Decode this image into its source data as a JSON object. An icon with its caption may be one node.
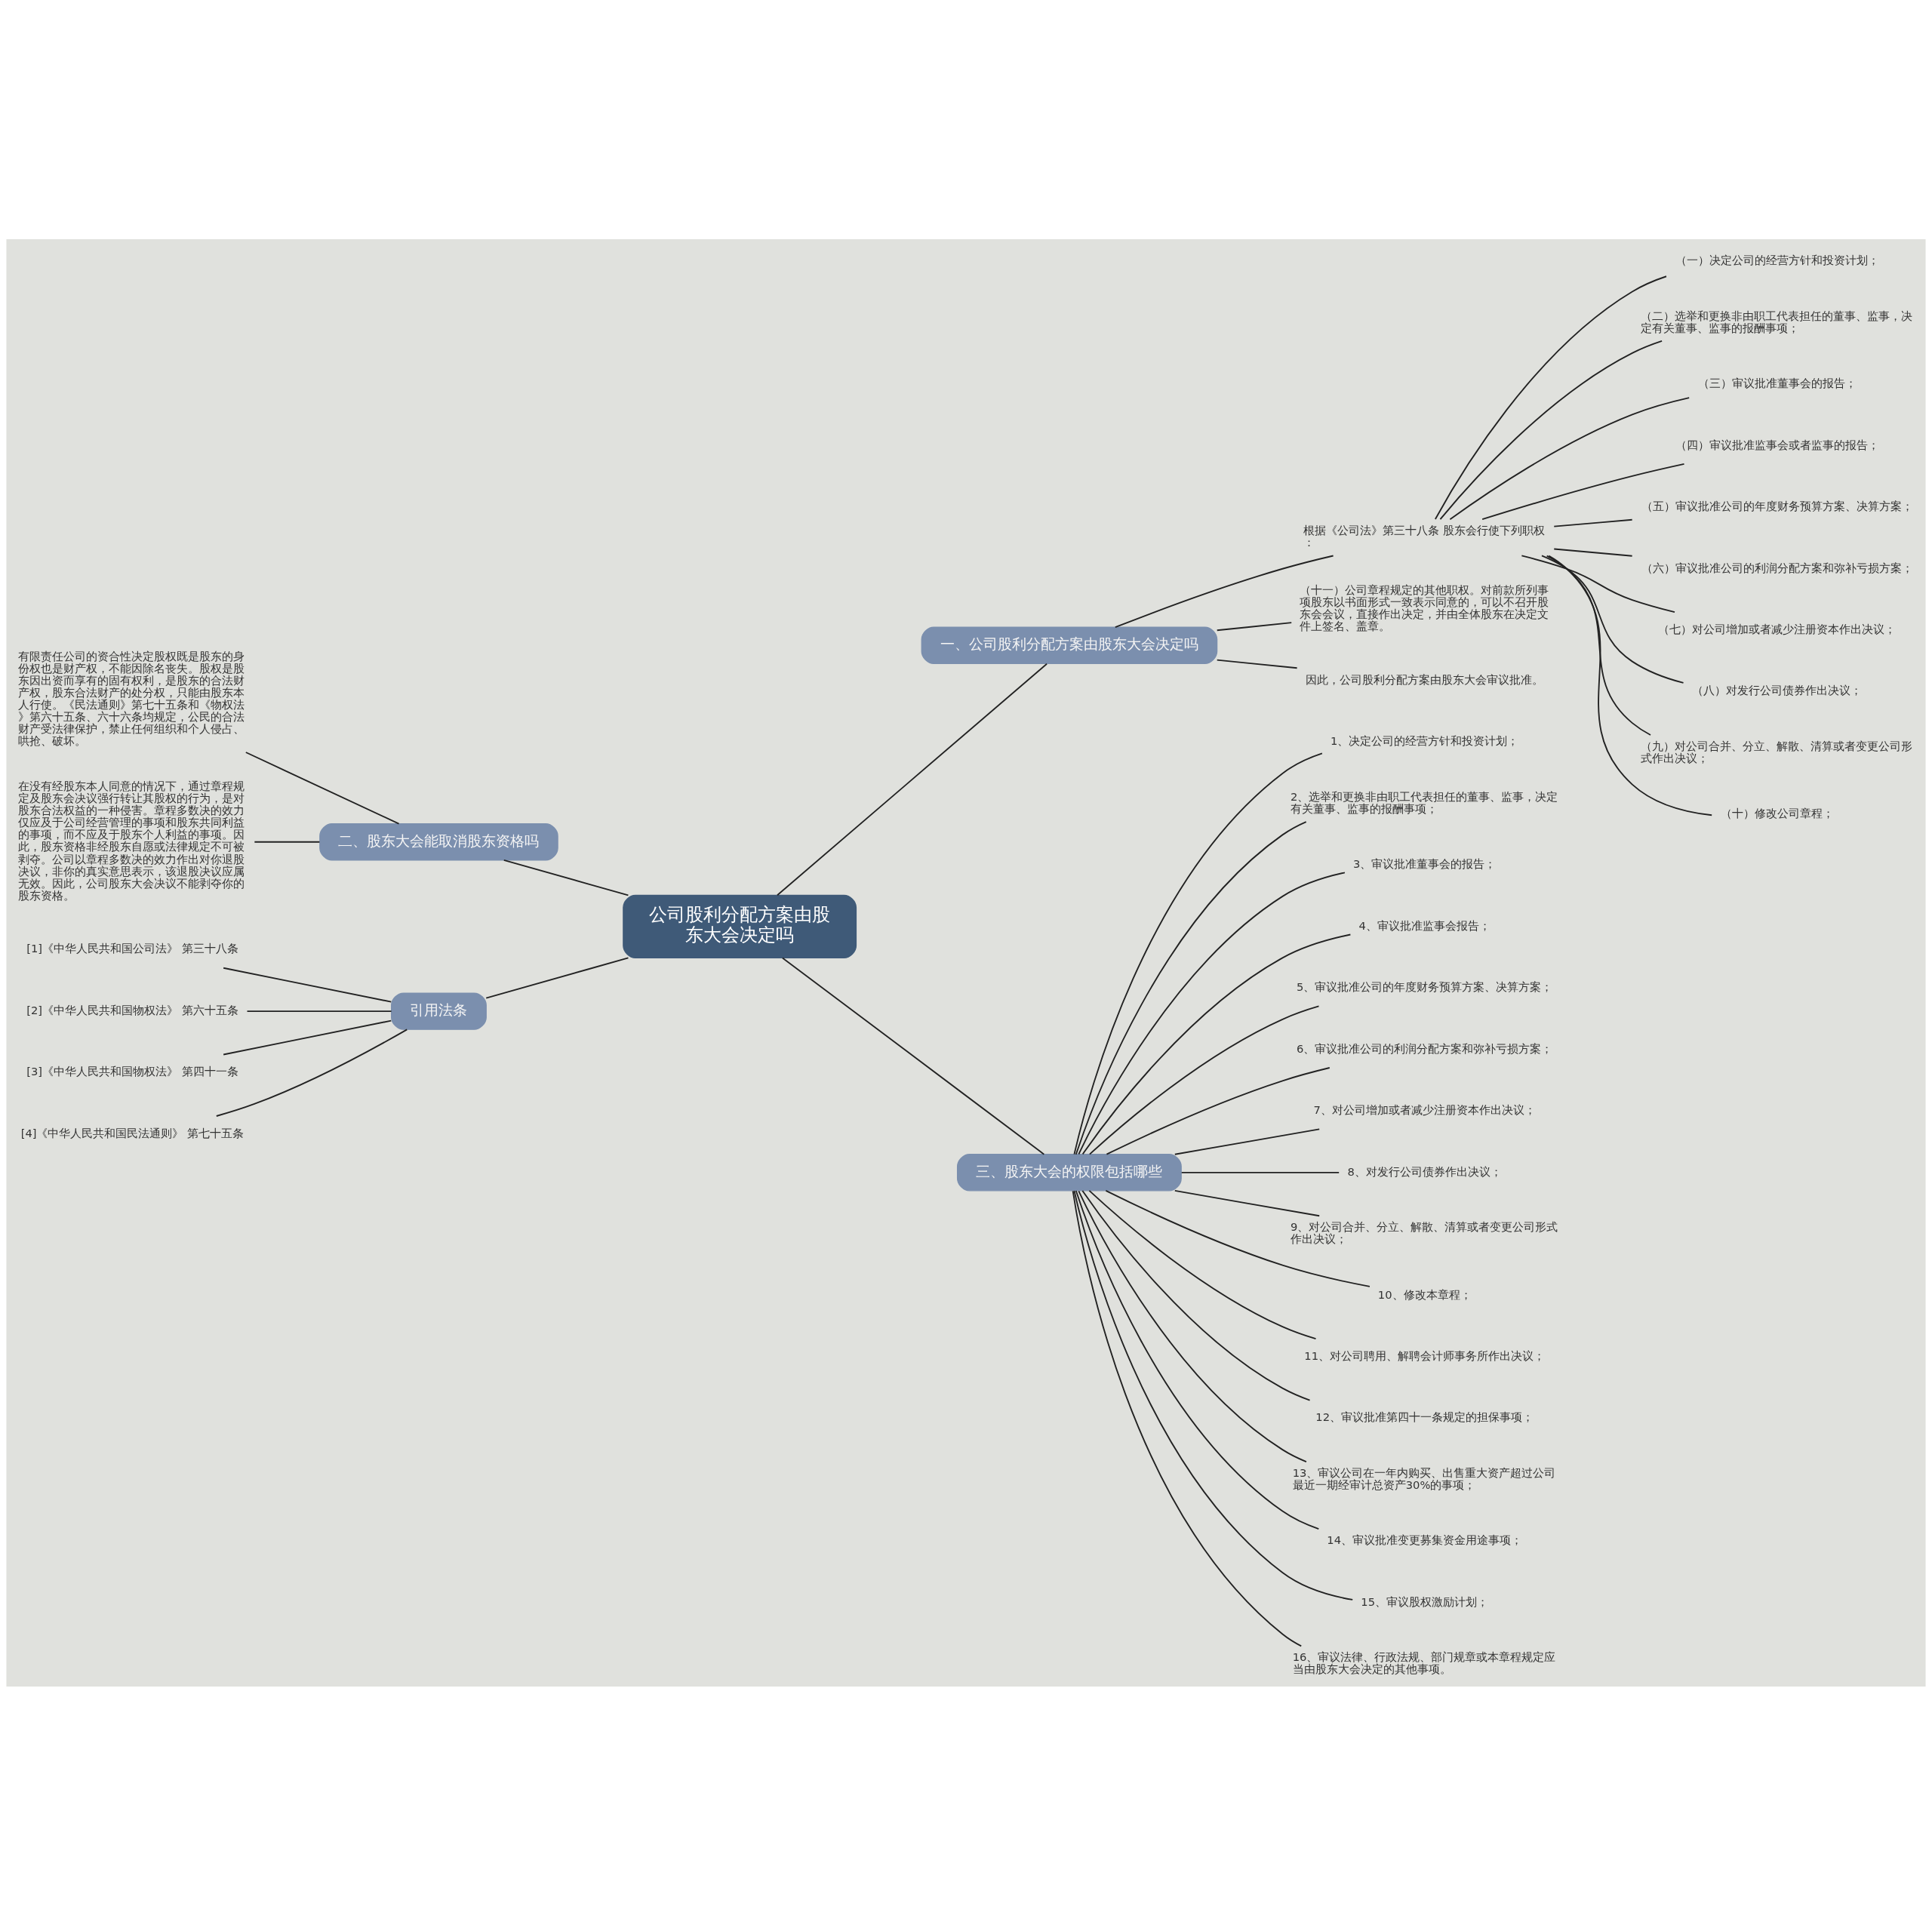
{
  "diagram": {
    "nodes": [
      {
        "text": [
          "公司股利分配方案由股东大会决定吗"
        ]
      },
      {
        "text": [
          "一、公司股利分配方案由股东大会决定吗"
        ]
      },
      {
        "text": [
          "根据《公司法》第三十八条 股东会行使下列职权："
        ]
      },
      {
        "text": [
          "（一）决定公司的经营方针和投资计划；"
        ]
      },
      {
        "text": [
          "（二）选举和更换非由职工代表担任的董事、监事，决定有关董事、监事的报酬事项；"
        ]
      },
      {
        "text": [
          "（三）审议批准董事会的报告；"
        ]
      },
      {
        "text": [
          "（四）审议批准监事会或者监事的报告；"
        ]
      },
      {
        "text": [
          "（五）审议批准公司的年度财务预算方案、决算方案；"
        ]
      },
      {
        "text": [
          "（六）审议批准公司的利润分配方案和弥补亏损方案；"
        ]
      },
      {
        "text": [
          "（七）对公司增加或者减少注册资本作出决议；"
        ]
      },
      {
        "text": [
          "（八）对发行公司债券作出决议；"
        ]
      },
      {
        "text": [
          "（九）对公司合并、分立、解散、清算或者变更公司形式作出决议；"
        ]
      },
      {
        "text": [
          "（十）修改公司章程；"
        ]
      },
      {
        "text": [
          "（十一）公司章程规定的其他职权。对前款所列事项股东以书面形式一致表示同意的，可以不召开股东会会议，直接作出决定，并由全体股东在决定文件上签名、盖章。"
        ]
      },
      {
        "text": [
          "因此，公司股利分配方案由股东大会审议批准。"
        ]
      },
      {
        "text": [
          "二、股东大会能取消股东资格吗"
        ]
      },
      {
        "text": [
          "有限责任公司的资合性决定股权既是股东的身份权也是财产权，不能因除名丧失。股权是股东因出资而享有的固有权利，是股东的合法财产权，股东合法财产的处分权，只能由股东本人行使。《民法通则》第七十五条和《物权法》第六十五条、六十六条均规定，公民的合法财产受法律保护，禁止任何组织和个人侵占、哄抢、破坏。"
        ]
      },
      {
        "text": [
          "在没有经股东本人同意的情况下，通过章程规定及股东会决议强行转让其股权的行为，是对股东合法权益的一种侵害。章程多数决的效力仅应及于公司经营管理的事项和股东共同利益的事项，而不应及于股东个人利益的事项。因此，股东资格非经股东自愿或法律规定不可被剥夺。公司以章程多数决的效力作出对你退股决议，非你的真实意思表示，该退股决议应属无效。因此，公司股东大会决议不能剥夺你的股东资格。"
        ]
      },
      {
        "text": [
          "引用法条"
        ]
      },
      {
        "text": [
          "[1]《中华人民共和国公司法》 第三十八条"
        ]
      },
      {
        "text": [
          "[2]《中华人民共和国物权法》 第六十五条"
        ]
      },
      {
        "text": [
          "[3]《中华人民共和国物权法》 第四十一条"
        ]
      },
      {
        "text": [
          "[4]《中华人民共和国民法通则》 第七十五条"
        ]
      },
      {
        "text": [
          "三、股东大会的权限包括哪些"
        ]
      },
      {
        "text": [
          "1、决定公司的经营方针和投资计划；"
        ]
      },
      {
        "text": [
          "2、选举和更换非由职工代表担任的董事、监事，决定有关董事、监事的报酬事项；"
        ]
      },
      {
        "text": [
          "3、审议批准董事会的报告；"
        ]
      },
      {
        "text": [
          "4、审议批准监事会报告；"
        ]
      },
      {
        "text": [
          "5、审议批准公司的年度财务预算方案、决算方案；"
        ]
      },
      {
        "text": [
          "6、审议批准公司的利润分配方案和弥补亏损方案；"
        ]
      },
      {
        "text": [
          "7、对公司增加或者减少注册资本作出决议；"
        ]
      },
      {
        "text": [
          "8、对发行公司债券作出决议；"
        ]
      },
      {
        "text": [
          "9、对公司合并、分立、解散、清算或者变更公司形式作出决议；"
        ]
      },
      {
        "text": [
          "10、修改本章程；"
        ]
      },
      {
        "text": [
          "11、对公司聘用、解聘会计师事务所作出决议；"
        ]
      },
      {
        "text": [
          "12、审议批准第四十一条规定的担保事项；"
        ]
      },
      {
        "text": [
          "13、审议公司在一年内购买、出售重大资产超过公司最近一期经审计总资产30%的事项；"
        ]
      },
      {
        "text": [
          "14、审议批准变更募集资金用途事项；"
        ]
      },
      {
        "text": [
          "15、审议股权激励计划；"
        ]
      },
      {
        "text": [
          "16、审议法律、行政法规、部门规章或本章程规定应当由股东大会决定的其他事项。"
        ]
      }
    ],
    "edges": [
      {
        "from": 0,
        "to": 1,
        "arrow": "none"
      },
      {
        "from": 1,
        "to": 2,
        "arrow": "none"
      },
      {
        "from": 2,
        "to": 3,
        "arrow": "none"
      },
      {
        "from": 2,
        "to": 4,
        "arrow": "none"
      },
      {
        "from": 2,
        "to": 5,
        "arrow": "none"
      },
      {
        "from": 2,
        "to": 6,
        "arrow": "none"
      },
      {
        "from": 2,
        "to": 7,
        "arrow": "none"
      },
      {
        "from": 2,
        "to": 8,
        "arrow": "none"
      },
      {
        "from": 2,
        "to": 9,
        "arrow": "none"
      },
      {
        "from": 2,
        "to": 10,
        "arrow": "none"
      },
      {
        "from": 2,
        "to": 11,
        "arrow": "none"
      },
      {
        "from": 2,
        "to": 12,
        "arrow": "none"
      },
      {
        "from": 1,
        "to": 13,
        "arrow": "none"
      },
      {
        "from": 1,
        "to": 14,
        "arrow": "none"
      },
      {
        "from": 0,
        "to": 15,
        "arrow": "none"
      },
      {
        "from": 15,
        "to": 16,
        "arrow": "none"
      },
      {
        "from": 15,
        "to": 17,
        "arrow": "none"
      },
      {
        "from": 0,
        "to": 18,
        "arrow": "none"
      },
      {
        "from": 18,
        "to": 19,
        "arrow": "none"
      },
      {
        "from": 18,
        "to": 20,
        "arrow": "none"
      },
      {
        "from": 18,
        "to": 21,
        "arrow": "none"
      },
      {
        "from": 18,
        "to": 22,
        "arrow": "none"
      },
      {
        "from": 0,
        "to": 23,
        "arrow": "none"
      },
      {
        "from": 23,
        "to": 24,
        "arrow": "none"
      },
      {
        "from": 23,
        "to": 25,
        "arrow": "none"
      },
      {
        "from": 23,
        "to": 26,
        "arrow": "none"
      },
      {
        "from": 23,
        "to": 27,
        "arrow": "none"
      },
      {
        "from": 23,
        "to": 28,
        "arrow": "none"
      },
      {
        "from": 23,
        "to": 29,
        "arrow": "none"
      },
      {
        "from": 23,
        "to": 30,
        "arrow": "none"
      },
      {
        "from": 23,
        "to": 31,
        "arrow": "none"
      },
      {
        "from": 23,
        "to": 32,
        "arrow": "none"
      },
      {
        "from": 23,
        "to": 33,
        "arrow": "none"
      },
      {
        "from": 23,
        "to": 34,
        "arrow": "none"
      },
      {
        "from": 23,
        "to": 35,
        "arrow": "none"
      },
      {
        "from": 23,
        "to": 36,
        "arrow": "none"
      },
      {
        "from": 23,
        "to": 37,
        "arrow": "none"
      },
      {
        "from": 23,
        "to": 38,
        "arrow": "none"
      },
      {
        "from": 23,
        "to": 39,
        "arrow": "none"
      }
    ]
  }
}
